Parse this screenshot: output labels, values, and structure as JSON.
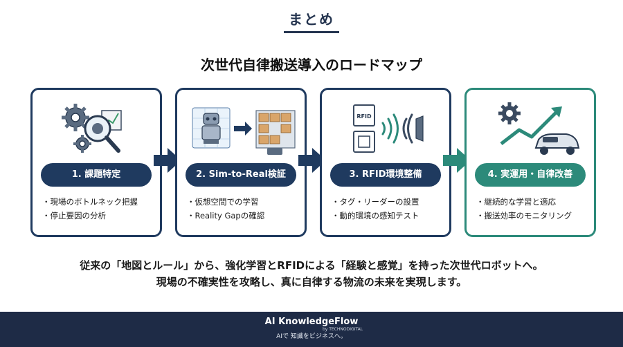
{
  "header": {
    "title": "まとめ"
  },
  "main_title": "次世代自律搬送導入のロードマップ",
  "steps": [
    {
      "title": "1. 課題特定",
      "bullets": [
        "・現場のボトルネック把握",
        "・停止要因の分析"
      ]
    },
    {
      "title": "2. Sim-to-Real検証",
      "bullets": [
        "・仮想空間での学習",
        "・Reality Gapの確認"
      ]
    },
    {
      "title": "3. RFID環境整備",
      "bullets": [
        "・タグ・リーダーの設置",
        "・動的環境の感知テスト"
      ]
    },
    {
      "title": "4. 実運用・自律改善",
      "bullets": [
        "・継続的な学習と適応",
        "・搬送効率のモニタリング"
      ]
    }
  ],
  "illustration": {
    "rfid_tag_label": "RFID"
  },
  "summary": {
    "line1": "従来の「地図とルール」から、強化学習とRFIDによる「経験と感覚」を持った次世代ロボットへ。",
    "line2": "現場の不確実性を攻略し、真に自律する物流の未来を実現します。"
  },
  "footer": {
    "brand": "AI KnowledgeFlow",
    "brand_sub": "by TECHNODIGITAL",
    "tagline": "AIで 知識をビジネスへ。"
  },
  "colors": {
    "navy": "#1f3a5f",
    "teal": "#2c8a7a",
    "footer_bg": "#1e2b46",
    "accent_green": "#3a9a6a"
  }
}
